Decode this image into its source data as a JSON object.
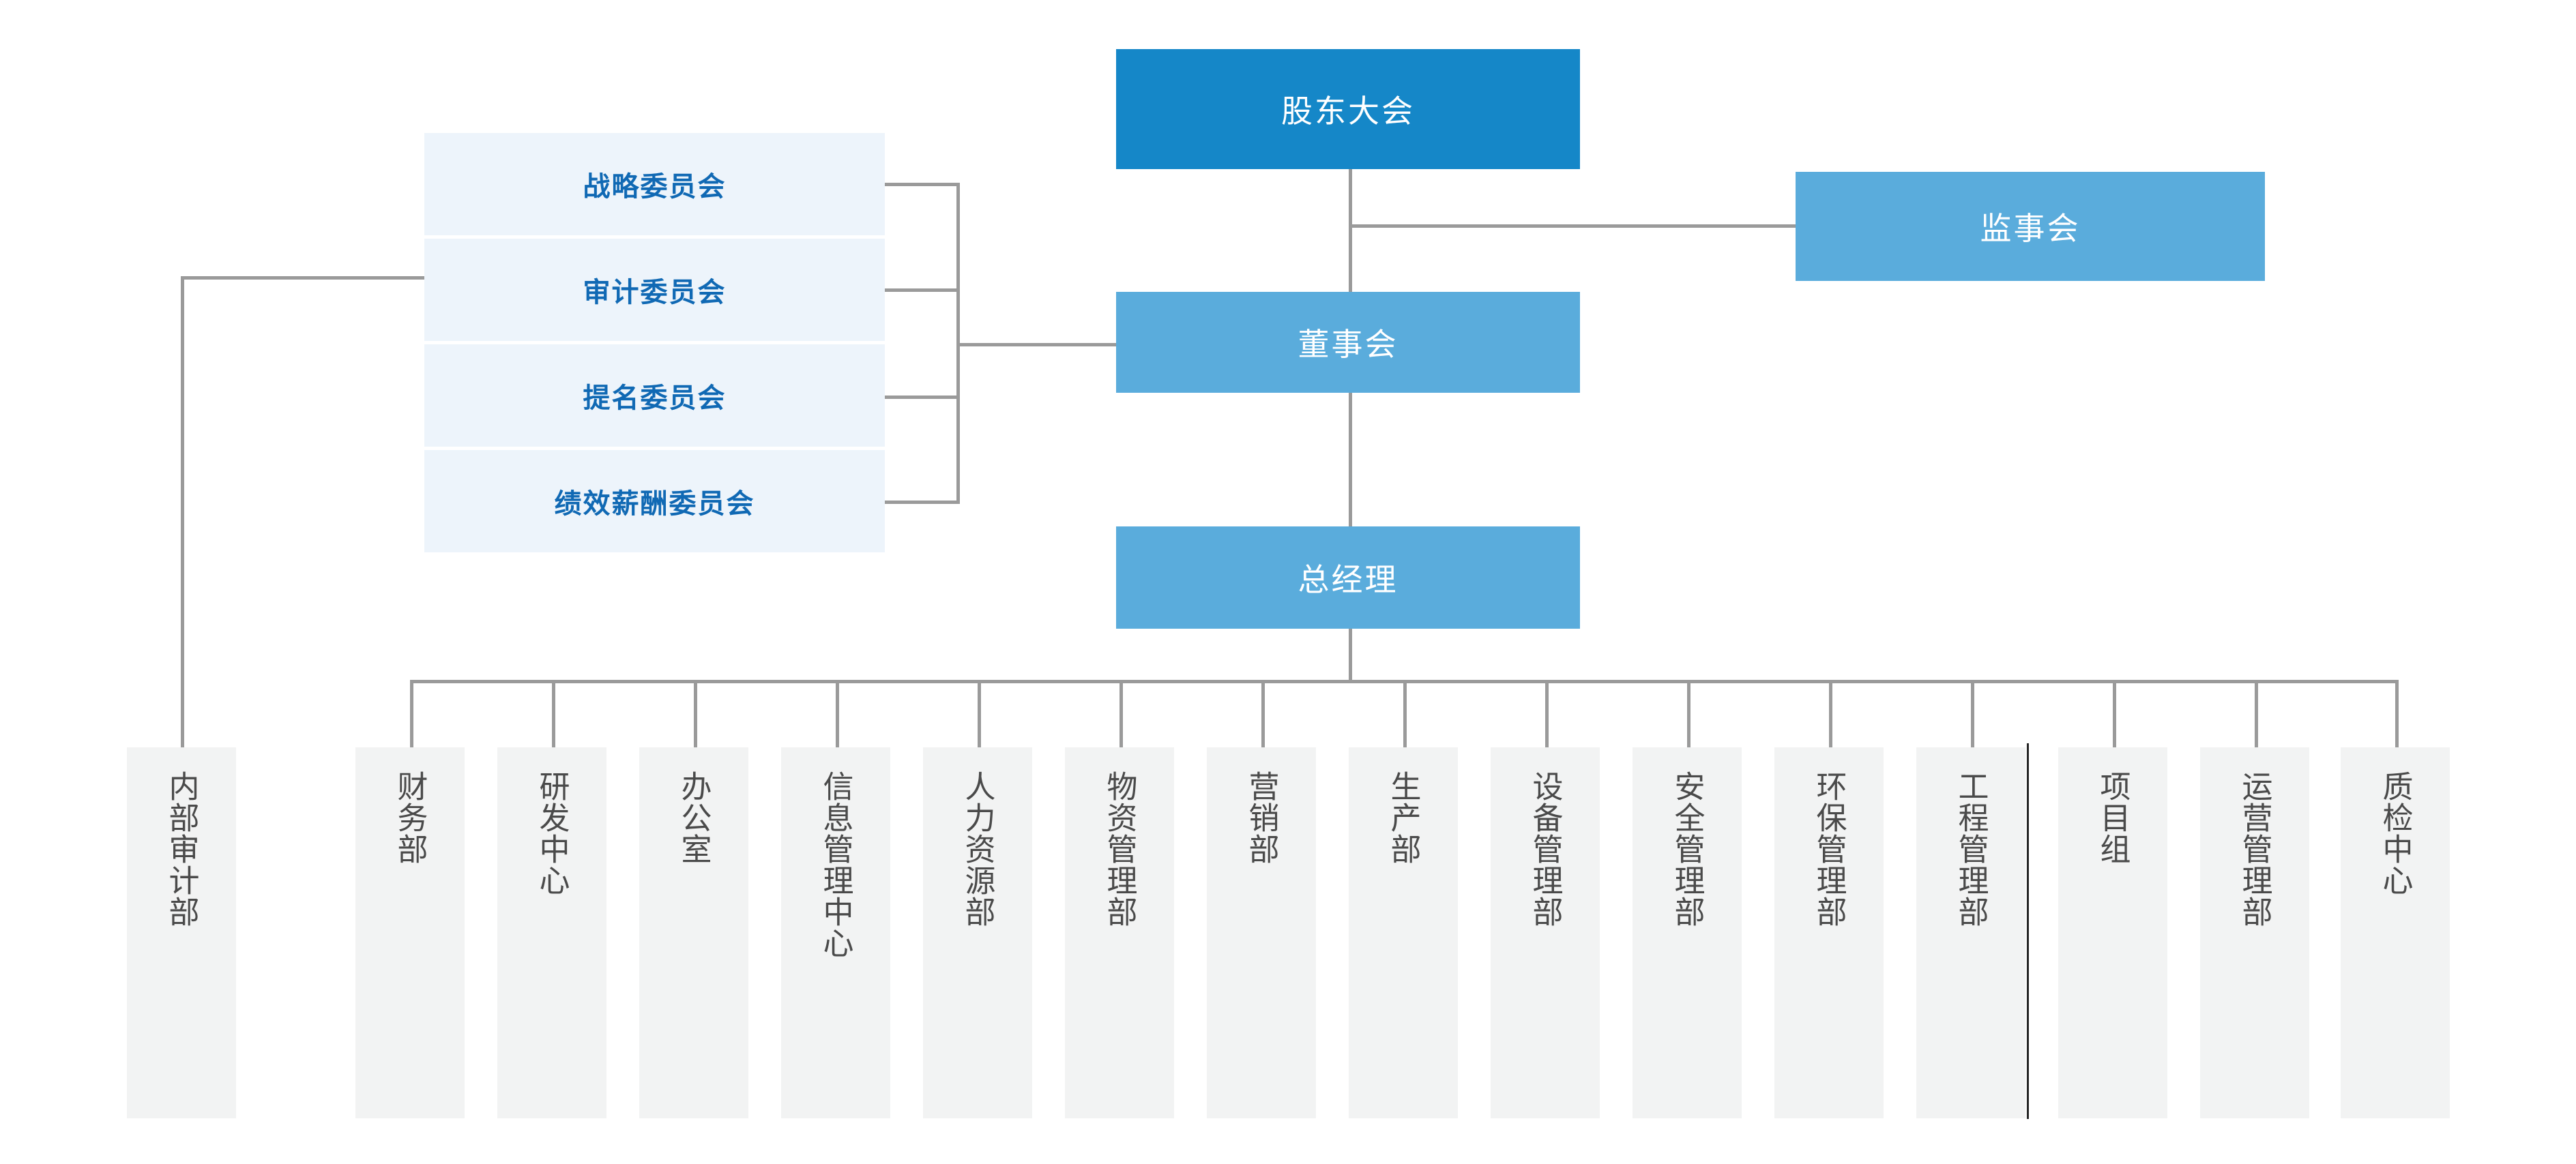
{
  "org_chart": {
    "title_text": "",
    "colors": {
      "top_box": "#1587c8",
      "blue_box": "#5aacdc",
      "committee_box": "#edf4fb",
      "committee_text": "#1069b4",
      "department_box": "#f2f3f3",
      "department_text": "#4a4a4a",
      "connector": "#9a9a9a",
      "divider": "#262626",
      "background": "#ffffff"
    },
    "top": {
      "label": "股东大会"
    },
    "supervisory": {
      "label": "监事会"
    },
    "board": {
      "label": "董事会"
    },
    "general_manager": {
      "label": "总经理"
    },
    "committees": [
      {
        "label": "战略委员会"
      },
      {
        "label": "审计委员会"
      },
      {
        "label": "提名委员会"
      },
      {
        "label": "绩效薪酬委员会"
      }
    ],
    "internal_audit": {
      "label": "内部审计部"
    },
    "departments": [
      {
        "label": "财务部"
      },
      {
        "label": "研发中心"
      },
      {
        "label": "办公室"
      },
      {
        "label": "信息管理中心"
      },
      {
        "label": "人力资源部"
      },
      {
        "label": "物资管理部"
      },
      {
        "label": "营销部"
      },
      {
        "label": "生产部"
      },
      {
        "label": "设备管理部"
      },
      {
        "label": "安全管理部"
      },
      {
        "label": "环保管理部"
      },
      {
        "label": "工程管理部"
      },
      {
        "label": "项目组"
      },
      {
        "label": "运营管理部"
      },
      {
        "label": "质检中心"
      }
    ]
  }
}
